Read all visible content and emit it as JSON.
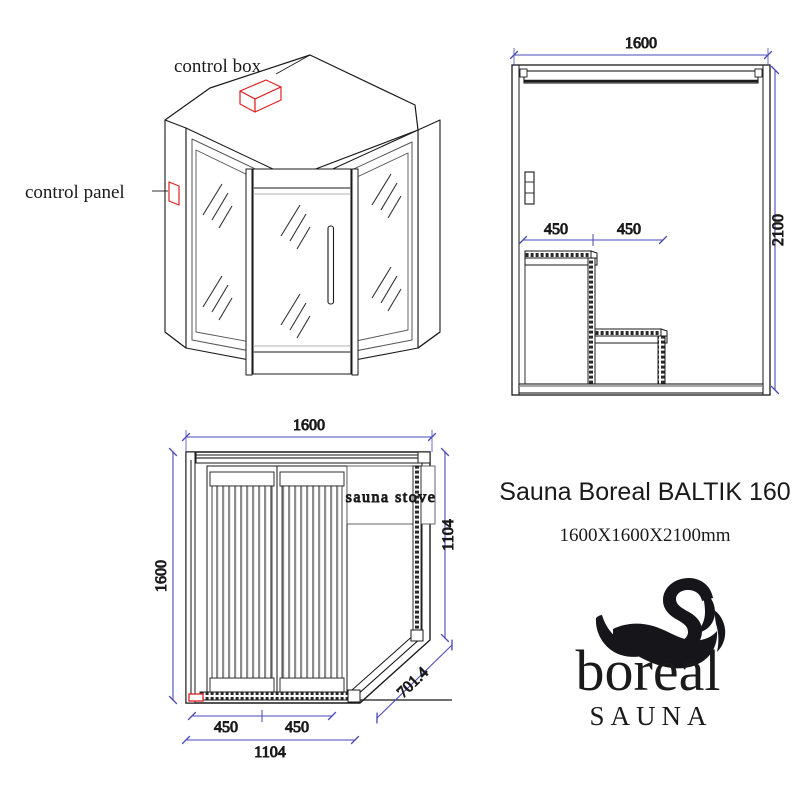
{
  "meta": {
    "sheet_background": "#ffffff",
    "line_color": "#1a1a1a",
    "dim_color": "#4a4ab8",
    "accent_color": "#e02020",
    "hatch_color": "#5a5a5a"
  },
  "isometric_view": {
    "name": "corner-sauna-isometric",
    "annotations": {
      "control_box_label": "control box",
      "control_panel_label": "control panel"
    },
    "parts": {
      "roof": "pentagon-roof",
      "control_box": "control-box-red",
      "control_panel": "control-panel-red",
      "door_handle": "door-handle",
      "glass_panels": 3
    }
  },
  "elevation_view": {
    "name": "front-elevation",
    "dimensions": {
      "width": "1600",
      "height": "2100",
      "bench_a": "450",
      "bench_b": "450"
    },
    "parts": {
      "header_beam": "header-beam",
      "floor_beam": "floor-beam",
      "control_panel": "control-panel",
      "upper_bench": "upper-bench",
      "lower_bench": "lower-bench"
    }
  },
  "plan_view": {
    "name": "top-plan",
    "dimensions": {
      "width": "1600",
      "depth": "1600",
      "front_face": "1104",
      "inner_right": "1104",
      "bench_a": "450",
      "bench_b": "450",
      "diagonal": "701.4"
    },
    "labels": {
      "stove": "sauna stove"
    },
    "parts": {
      "bench_left": "bench-panel-left",
      "bench_right": "bench-panel-right",
      "stove_box": "sauna-stove-box",
      "control_panel": "control-panel",
      "door_threshold": "door-threshold"
    }
  },
  "title_block": {
    "product_title": "Sauna Boreal BALTIK 160",
    "product_size": "1600X1600X2100mm",
    "brand": {
      "wordmark": "boreal",
      "subtitle": "SAUNA",
      "mark": "swan-logo"
    }
  }
}
